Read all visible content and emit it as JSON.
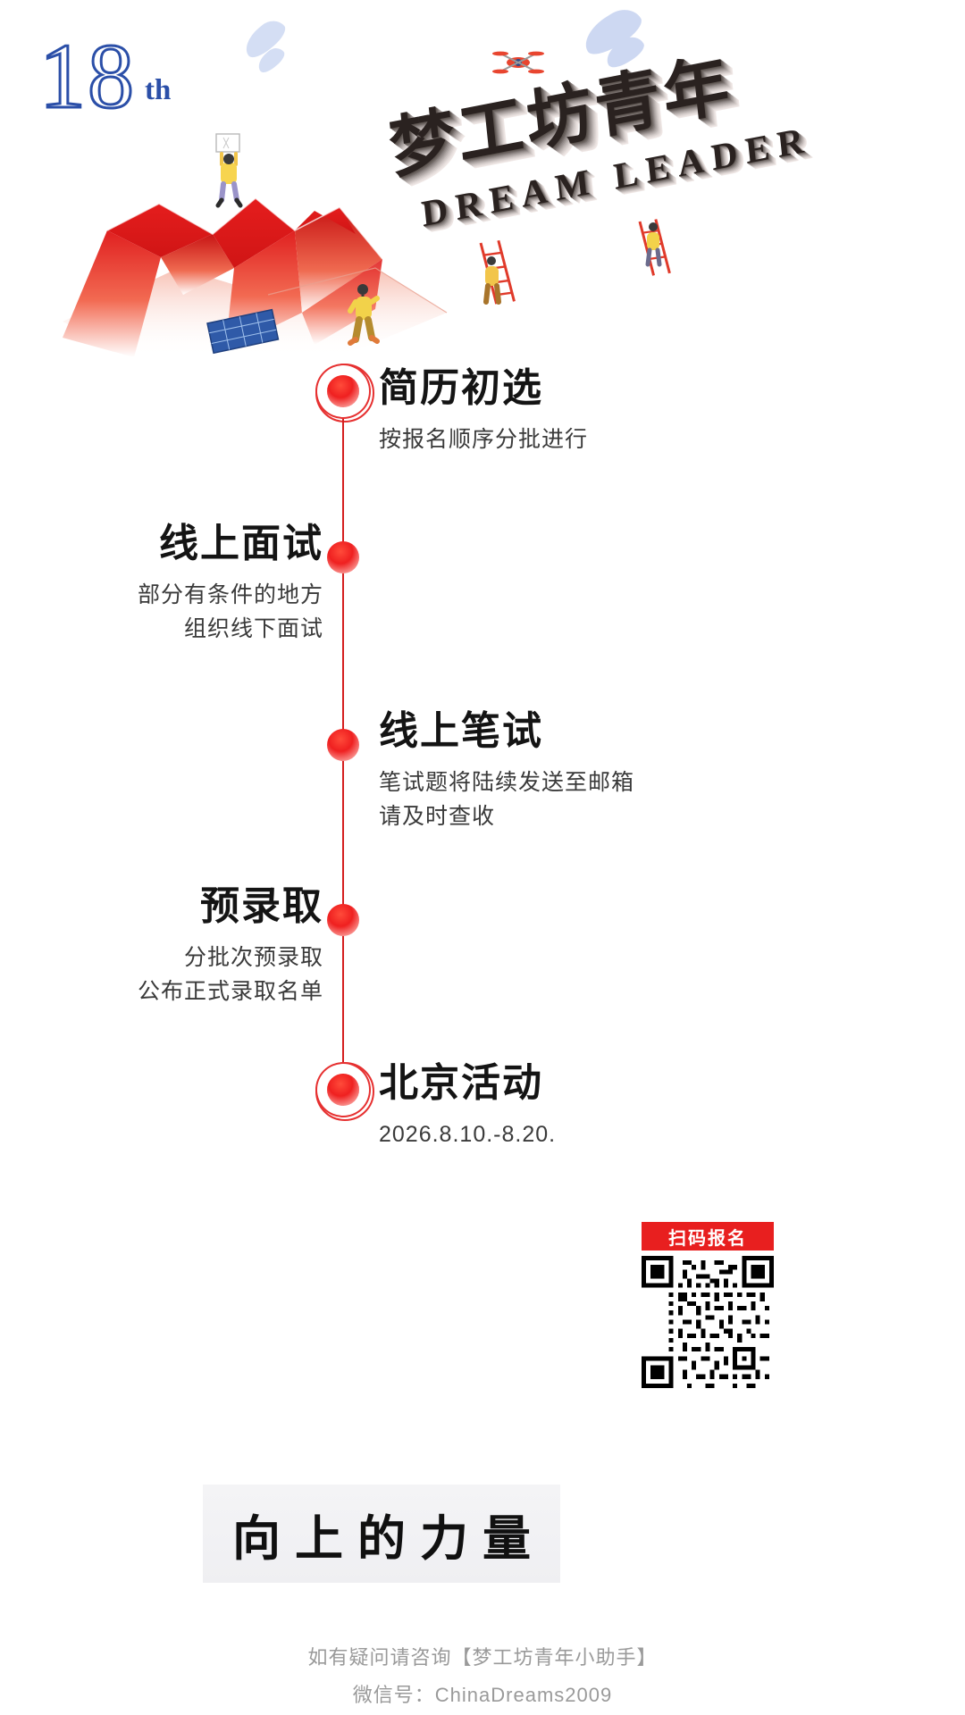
{
  "badge": {
    "number": "18",
    "suffix": "th"
  },
  "title": {
    "cn": "梦工坊青年",
    "en": "DREAM LEADER"
  },
  "timeline": {
    "items": [
      {
        "id": "resume-screening",
        "title": "简历初选",
        "desc_lines": [
          "按报名顺序分批进行"
        ],
        "side": "right",
        "marker": "ring"
      },
      {
        "id": "online-interview",
        "title": "线上面试",
        "desc_lines": [
          "部分有条件的地方",
          "组织线下面试"
        ],
        "side": "left",
        "marker": "dot"
      },
      {
        "id": "online-written-test",
        "title": "线上笔试",
        "desc_lines": [
          "笔试题将陆续发送至邮箱",
          "请及时查收"
        ],
        "side": "right",
        "marker": "dot"
      },
      {
        "id": "pre-admission",
        "title": "预录取",
        "desc_lines": [
          "分批次预录取",
          "公布正式录取名单"
        ],
        "side": "left",
        "marker": "dot"
      },
      {
        "id": "beijing-event",
        "title": "北京活动",
        "desc_lines": [
          "2026.8.10.-8.20."
        ],
        "side": "right",
        "marker": "ring"
      }
    ]
  },
  "footer": {
    "slogan": "向上的力量",
    "contact_line_1": "如有疑问请咨询【梦工坊青年小助手】",
    "contact_line_2": "微信号：ChinaDreams2009",
    "qr_caption": "扫码报名"
  },
  "colors": {
    "accent_red": "#e81f1f",
    "badge_blue": "#2b4fa8",
    "cloud_blue": "#cdd8f2",
    "title_dark": "#2a2220"
  }
}
